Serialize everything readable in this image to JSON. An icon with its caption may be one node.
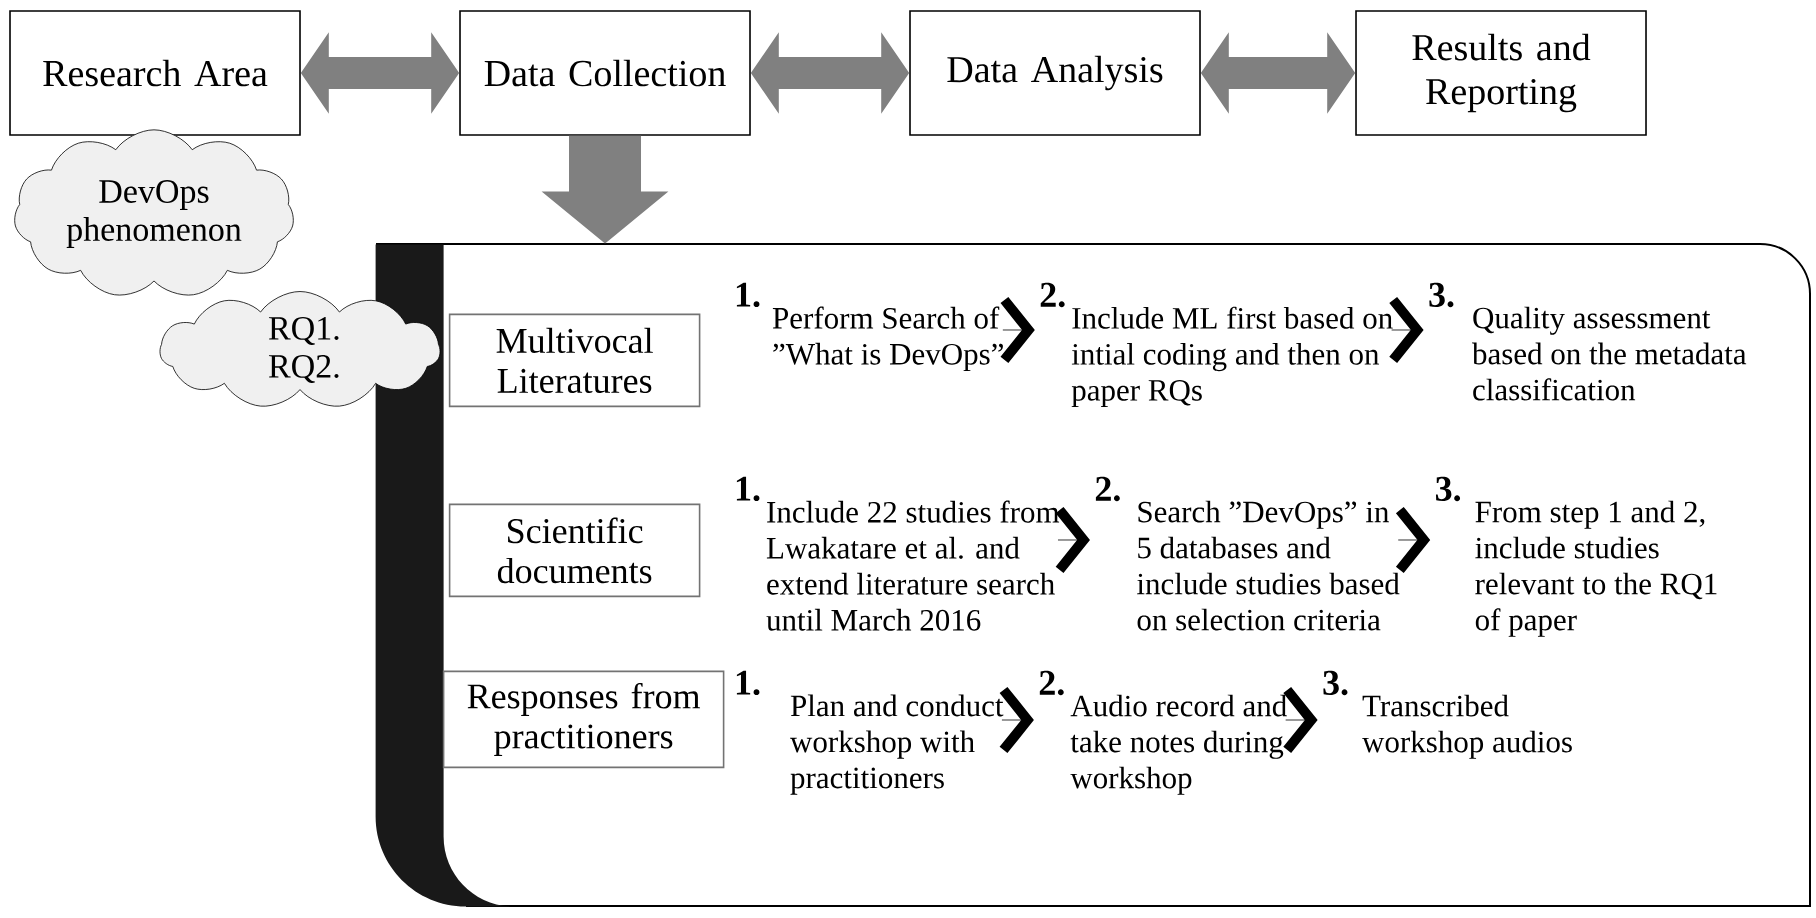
{
  "diagram": {
    "nodes": [
      {
        "text": [
          "Research Area"
        ]
      },
      {
        "text": [
          "Data Collection"
        ]
      },
      {
        "text": [
          "Data Analysis"
        ]
      },
      {
        "text": [
          "Results and Reporting"
        ]
      },
      {
        "text": [
          "DevOps phenomenon"
        ]
      },
      {
        "text": [
          "RQ1. RQ2."
        ]
      },
      {
        "text": [],
        "shape": "box"
      },
      {
        "text": [
          "Multivocal Literatures"
        ],
        "in": 6
      },
      {
        "text": [
          "1.",
          "Perform Search of ”What is DevOps”"
        ],
        "in": 6
      },
      {
        "text": [
          "2.",
          "Include ML first based on intial coding and then on paper RQs"
        ],
        "in": 6
      },
      {
        "text": [
          "3.",
          "Quality assessment based on the metadata classification"
        ],
        "in": 6
      },
      {
        "text": [
          "Scientific documents"
        ],
        "in": 6
      },
      {
        "text": [
          "1.",
          "Include 22 studies from Lwakatare et al. and extend literature search until March 2016"
        ],
        "in": 6
      },
      {
        "text": [
          "2.",
          "Search ”DevOps” in 5 databases and include studies based on selection criteria"
        ],
        "in": 6
      },
      {
        "text": [
          "3.",
          "From step 1 and 2, include studies relevant to the RQ1 of paper"
        ],
        "in": 6
      },
      {
        "text": [
          "Responses from practitioners"
        ],
        "in": 6
      },
      {
        "text": [
          "1.",
          "Plan and conduct workshop with practitioners"
        ],
        "in": 6
      },
      {
        "text": [
          "2.",
          "Audio record and take notes during workshop"
        ],
        "in": 6
      },
      {
        "text": [
          "3.",
          "Transcribed workshop audios"
        ],
        "in": 6
      },
      {
        "text": [],
        "shape": "bar",
        "in": 6
      }
    ],
    "edges": [
      {
        "from": 0,
        "to": 1,
        "arrow": "both",
        "style": "thick",
        "color": "#808080"
      },
      {
        "from": 1,
        "to": 2,
        "arrow": "both",
        "style": "thick",
        "color": "#808080"
      },
      {
        "from": 2,
        "to": 3,
        "arrow": "both",
        "style": "thick",
        "color": "#808080"
      },
      {
        "from": 1,
        "to": 6,
        "arrow": "to",
        "style": "thick",
        "color": "#808080"
      },
      {
        "from": 8,
        "to": 9,
        "arrow": "to"
      },
      {
        "from": 9,
        "to": 10,
        "arrow": "to"
      },
      {
        "from": 12,
        "to": 13,
        "arrow": "to"
      },
      {
        "from": 13,
        "to": 14,
        "arrow": "to"
      },
      {
        "from": 16,
        "to": 17,
        "arrow": "to"
      },
      {
        "from": 17,
        "to": 18,
        "arrow": "to"
      }
    ]
  }
}
